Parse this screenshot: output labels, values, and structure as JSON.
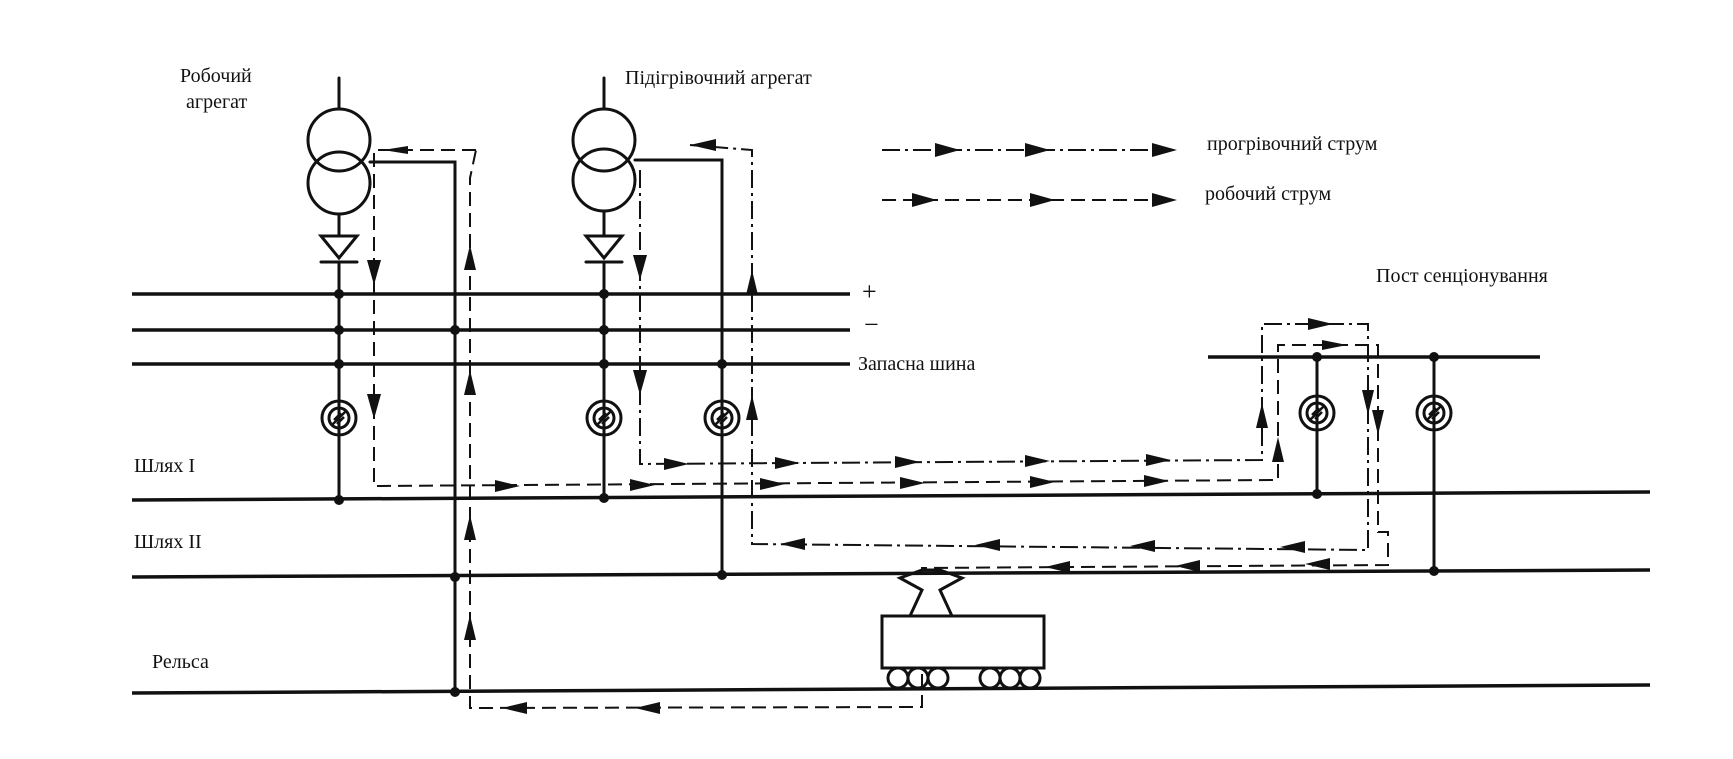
{
  "labels": {
    "working_unit_line1": "Робочий",
    "working_unit_line2": "агрегат",
    "heating_unit": "Підігрівочний агрегат",
    "plus": "+",
    "minus": "−",
    "reserve_bus": "Запасна шина",
    "track_1": "Шлях I",
    "track_2": "Шлях II",
    "rail": "Рельса",
    "sectioning_post": "Пост сенціонування"
  },
  "legend": {
    "heating_current": "прогрівочний струм",
    "working_current": "робочий струм"
  }
}
